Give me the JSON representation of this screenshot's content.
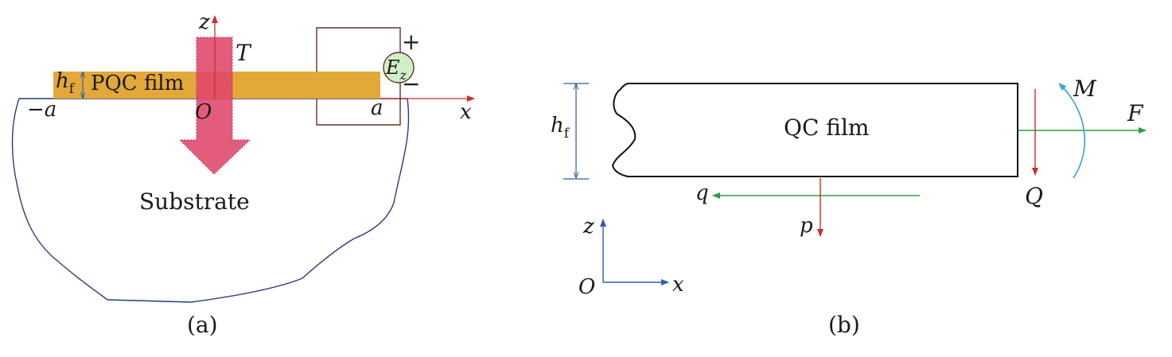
{
  "panel_a": {
    "caption": "(a)",
    "film_label": "PQC film",
    "substrate_label": "Substrate",
    "thickness_label": "h",
    "thickness_subscript": "f",
    "axis_z": "z",
    "axis_x": "x",
    "origin": "O",
    "left_end": "−a",
    "right_end": "a",
    "load_label": "T",
    "field_label": "E",
    "field_subscript": "z",
    "plus": "+",
    "minus": "−",
    "colors": {
      "film": "#E3A83A",
      "substrate_outline": "#2B3A7A",
      "load_arrow": "#E0456A",
      "axis": "#D22B2B",
      "circuit": "#6B2E2E",
      "field_circle_fill": "#CFEFC8",
      "thickness_dim": "#2E5BAA"
    }
  },
  "panel_b": {
    "caption": "(b)",
    "film_label": "QC film",
    "thickness_label": "h",
    "thickness_subscript": "f",
    "force_F": "F",
    "moment_M": "M",
    "shear_Q": "Q",
    "traction_q": "q",
    "traction_p": "p",
    "axis_z": "z",
    "axis_x": "x",
    "origin": "O",
    "colors": {
      "film_outline": "#111111",
      "axial_force": "#2E9E3E",
      "shear_force": "#D22B2B",
      "moment": "#3AA0D8",
      "axes": "#2F5BB7",
      "thickness_dim": "#2E5BAA"
    }
  }
}
